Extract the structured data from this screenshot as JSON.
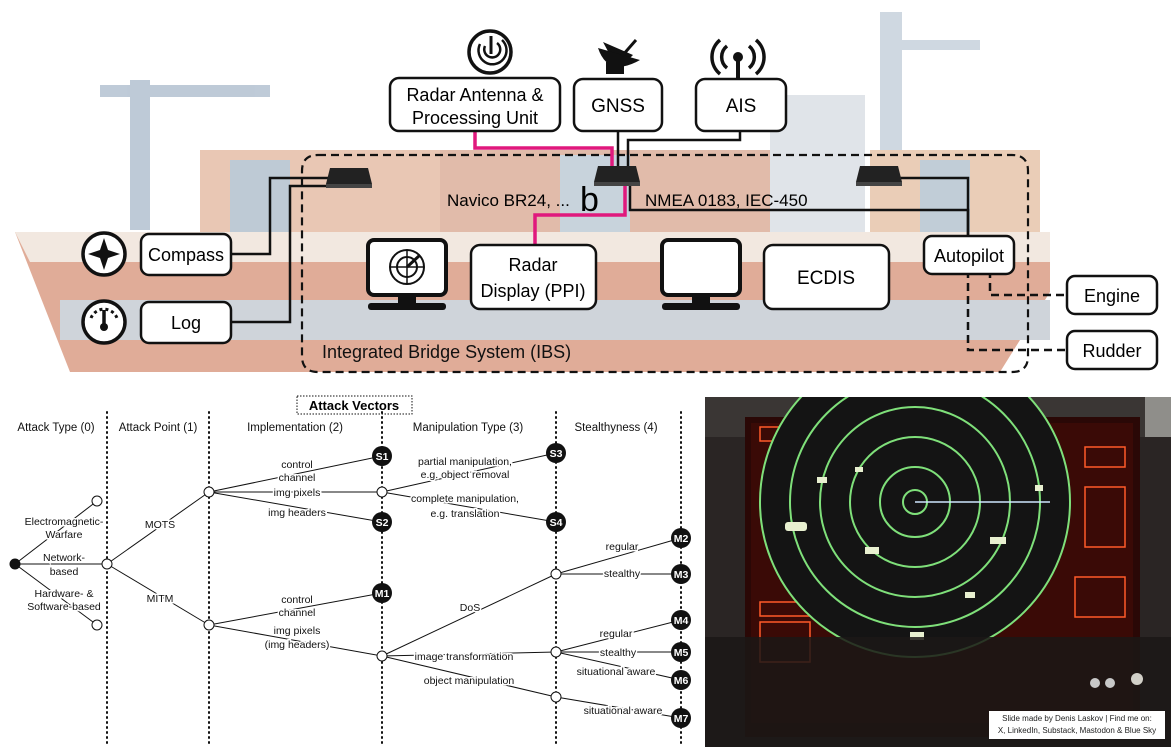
{
  "ibs_diagram": {
    "system_label": "Integrated Bridge System (IBS)",
    "top_devices": [
      {
        "name": "Radar Antenna &",
        "name2": "Processing Unit",
        "icon": "radar-antenna-icon"
      },
      {
        "name": "GNSS",
        "icon": "satellite-dish-icon"
      },
      {
        "name": "AIS",
        "icon": "radio-tower-icon"
      }
    ],
    "left_sensors": [
      {
        "name": "Compass",
        "icon": "compass-rose-icon"
      },
      {
        "name": "Log",
        "icon": "speed-gauge-icon"
      }
    ],
    "bridge_displays": {
      "radar_display_line1": "Radar",
      "radar_display_line2": "Display (PPI)",
      "ecdis": "ECDIS",
      "autopilot": "Autopilot"
    },
    "actuators": {
      "engine": "Engine",
      "rudder": "Rudder"
    },
    "protocols": {
      "radar": "Navico BR24, ...",
      "nmea": "NMEA 0183, IEC-450",
      "overlay_letter": "b"
    },
    "colors": {
      "radar_link": "#e0197d",
      "bus": "#111111"
    }
  },
  "attack_tree": {
    "title": "Attack Vectors",
    "columns": [
      "Attack Type (0)",
      "Attack Point (1)",
      "Implementation (2)",
      "Manipulation Type (3)",
      "Stealthyness (4)"
    ],
    "attack_types": [
      "Electromagnetic-",
      "Warfare",
      "Network-",
      "based",
      "Hardware- &",
      "Software-based"
    ],
    "attack_points": [
      "MOTS",
      "MITM"
    ],
    "mots_impl": [
      "control",
      "channel",
      "img pixels",
      "img headers"
    ],
    "mitm_impl": [
      "control",
      "channel",
      "img pixels",
      "(img headers)"
    ],
    "manipulations": [
      "partial manipulation,",
      "e.g. object removal",
      "complete manipulation,",
      "e.g. translation",
      "DoS",
      "image transformation",
      "object manipulation"
    ],
    "stealth": [
      "regular",
      "stealthy",
      "regular",
      "stealthy",
      "situational aware",
      "situational aware"
    ],
    "badges": [
      "S1",
      "S2",
      "S3",
      "S4",
      "M1",
      "M2",
      "M3",
      "M4",
      "M5",
      "M6",
      "M7"
    ]
  },
  "credit": {
    "line1": "Slide made by Denis Laskov | Find me on:",
    "line2": "X, LinkedIn, Substack, Mastodon & Blue Sky"
  }
}
